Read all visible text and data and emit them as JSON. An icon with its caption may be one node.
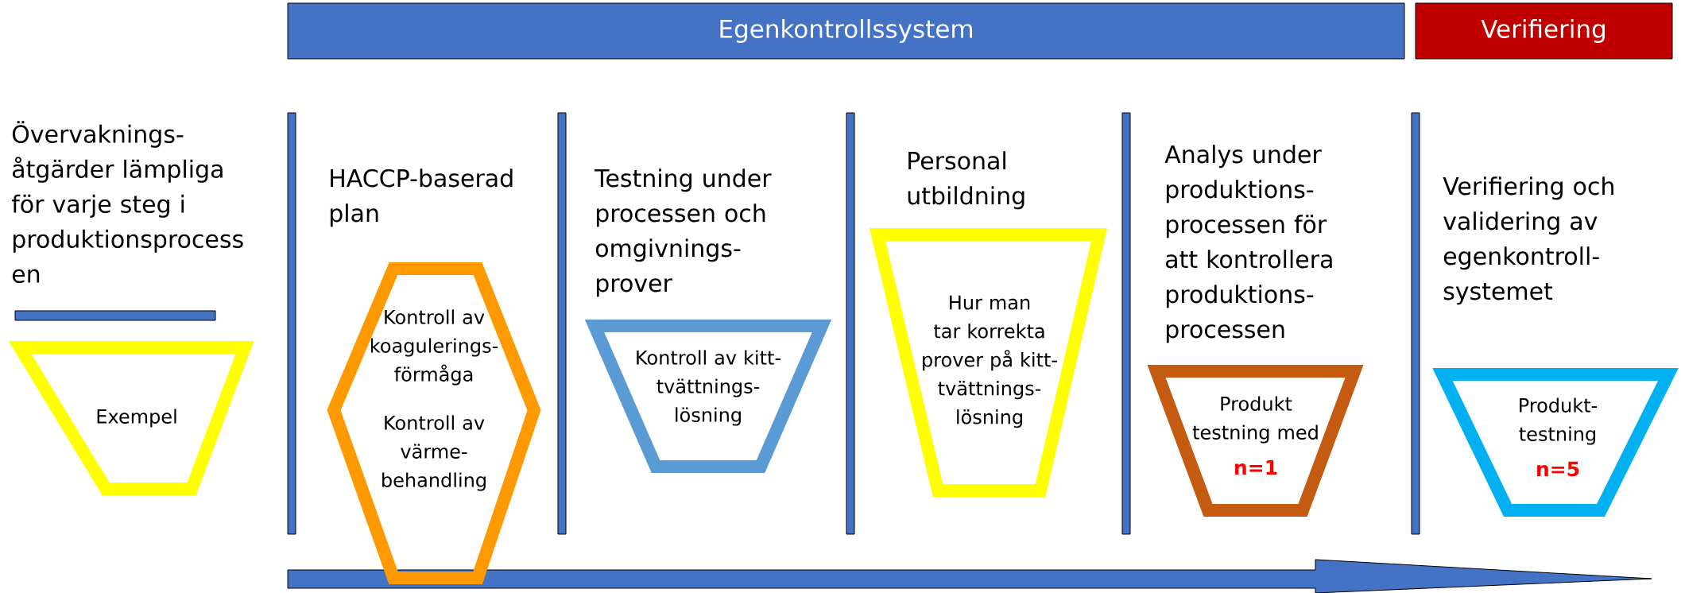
{
  "diagram": {
    "nodes": [
      {
        "text": [
          "Egenkontrollssystem"
        ]
      },
      {
        "text": [
          "Verifiering"
        ]
      },
      {
        "text": [
          "Övervaknings- åtgärder lämpliga för varje steg i produktionsprocess en",
          "Exempel"
        ]
      },
      {
        "text": [],
        "shape": "bar"
      },
      {
        "text": [
          "HACCP-baserad plan",
          "Kontroll av koagulerings- förmåga",
          "Kontroll av värme- behandling"
        ]
      },
      {
        "text": [
          "Testning under processen och omgivnings- prover",
          "Kontroll av kitt- tvättnings- lösning"
        ]
      },
      {
        "text": [
          "Personal utbildning",
          "Hur man tar korrekta prover på kitt- tvättnings- lösning"
        ]
      },
      {
        "text": [
          "Analys under produktions- processen för att kontrollera produktions- processen",
          "Produkt testning med",
          "n=1"
        ]
      },
      {
        "text": [
          "Verifiering och validering av egenkontroll- systemet",
          "Produkt- testning",
          "n=5"
        ]
      }
    ]
  }
}
